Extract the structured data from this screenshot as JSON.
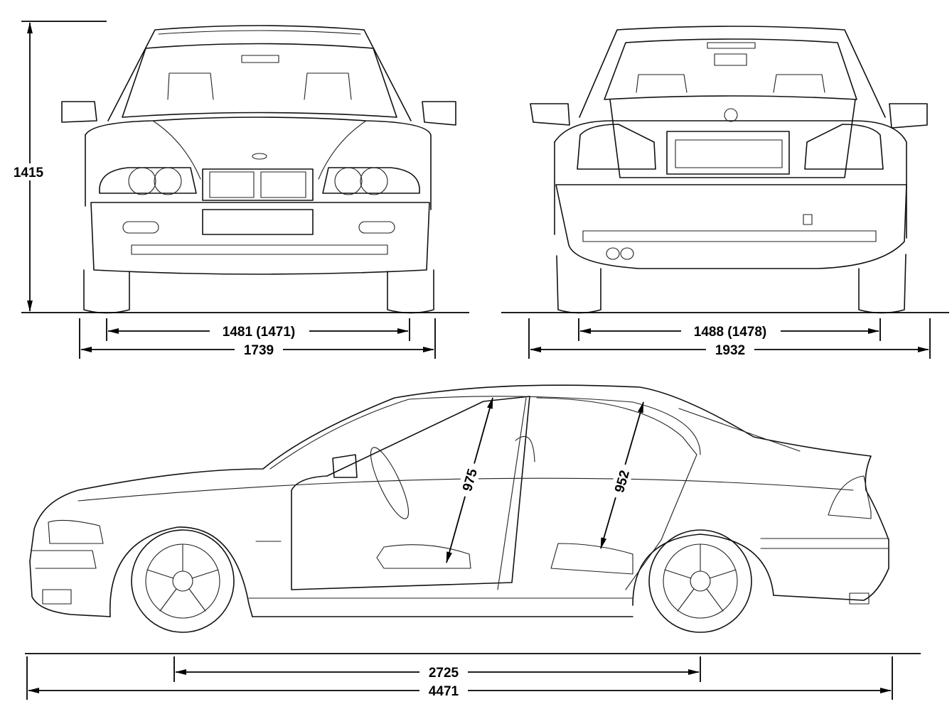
{
  "dimensions": {
    "height": "1415",
    "front_track": "1481 (1471)",
    "front_width": "1739",
    "rear_track": "1488 (1478)",
    "rear_width": "1932",
    "wheelbase": "2725",
    "length": "4471",
    "front_door_opening": "975",
    "rear_door_opening": "952"
  },
  "icons": [
    "arrow-head",
    "bmw-roundel"
  ]
}
